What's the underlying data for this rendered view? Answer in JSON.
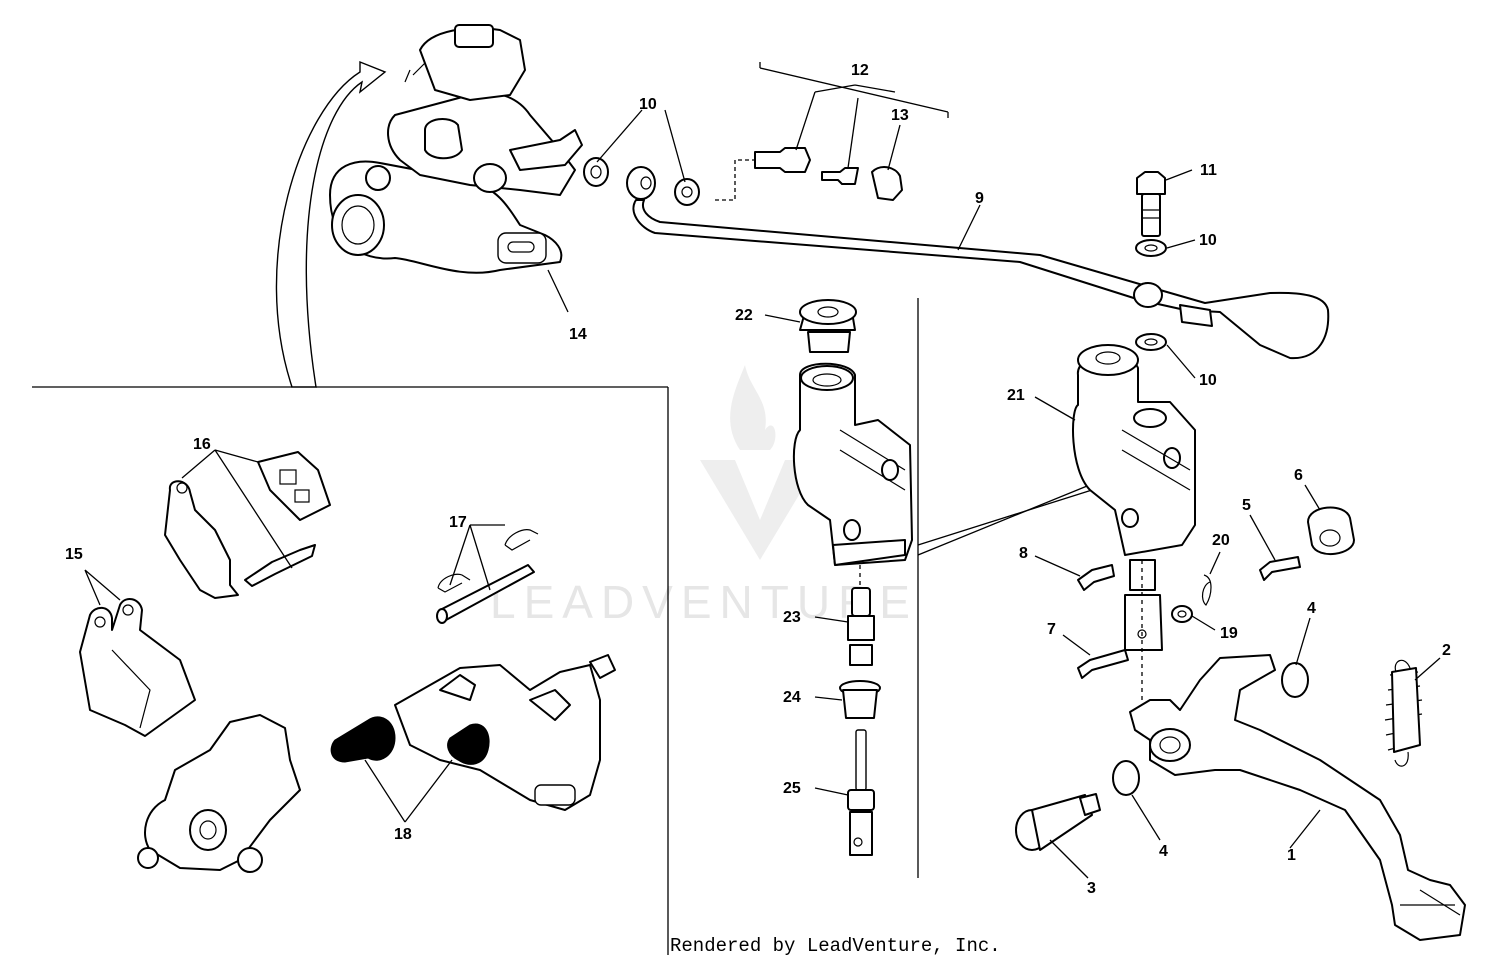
{
  "callouts": [
    {
      "id": "c1",
      "label": "1"
    },
    {
      "id": "c2",
      "label": "2"
    },
    {
      "id": "c3",
      "label": "3"
    },
    {
      "id": "c4a",
      "label": "4"
    },
    {
      "id": "c4b",
      "label": "4"
    },
    {
      "id": "c5",
      "label": "5"
    },
    {
      "id": "c6",
      "label": "6"
    },
    {
      "id": "c7",
      "label": "7"
    },
    {
      "id": "c8",
      "label": "8"
    },
    {
      "id": "c9",
      "label": "9"
    },
    {
      "id": "c10a",
      "label": "10"
    },
    {
      "id": "c10b",
      "label": "10"
    },
    {
      "id": "c10c",
      "label": "10"
    },
    {
      "id": "c11",
      "label": "11"
    },
    {
      "id": "c12",
      "label": "12"
    },
    {
      "id": "c13",
      "label": "13"
    },
    {
      "id": "c14",
      "label": "14"
    },
    {
      "id": "c15",
      "label": "15"
    },
    {
      "id": "c16",
      "label": "16"
    },
    {
      "id": "c17",
      "label": "17"
    },
    {
      "id": "c18",
      "label": "18"
    },
    {
      "id": "c19",
      "label": "19"
    },
    {
      "id": "c20",
      "label": "20"
    },
    {
      "id": "c21",
      "label": "21"
    },
    {
      "id": "c22",
      "label": "22"
    },
    {
      "id": "c23",
      "label": "23"
    },
    {
      "id": "c24",
      "label": "24"
    },
    {
      "id": "c25",
      "label": "25"
    }
  ],
  "watermark": {
    "text": "LEADVENTURE"
  },
  "footer": {
    "credit": "Rendered by LeadVenture, Inc."
  }
}
